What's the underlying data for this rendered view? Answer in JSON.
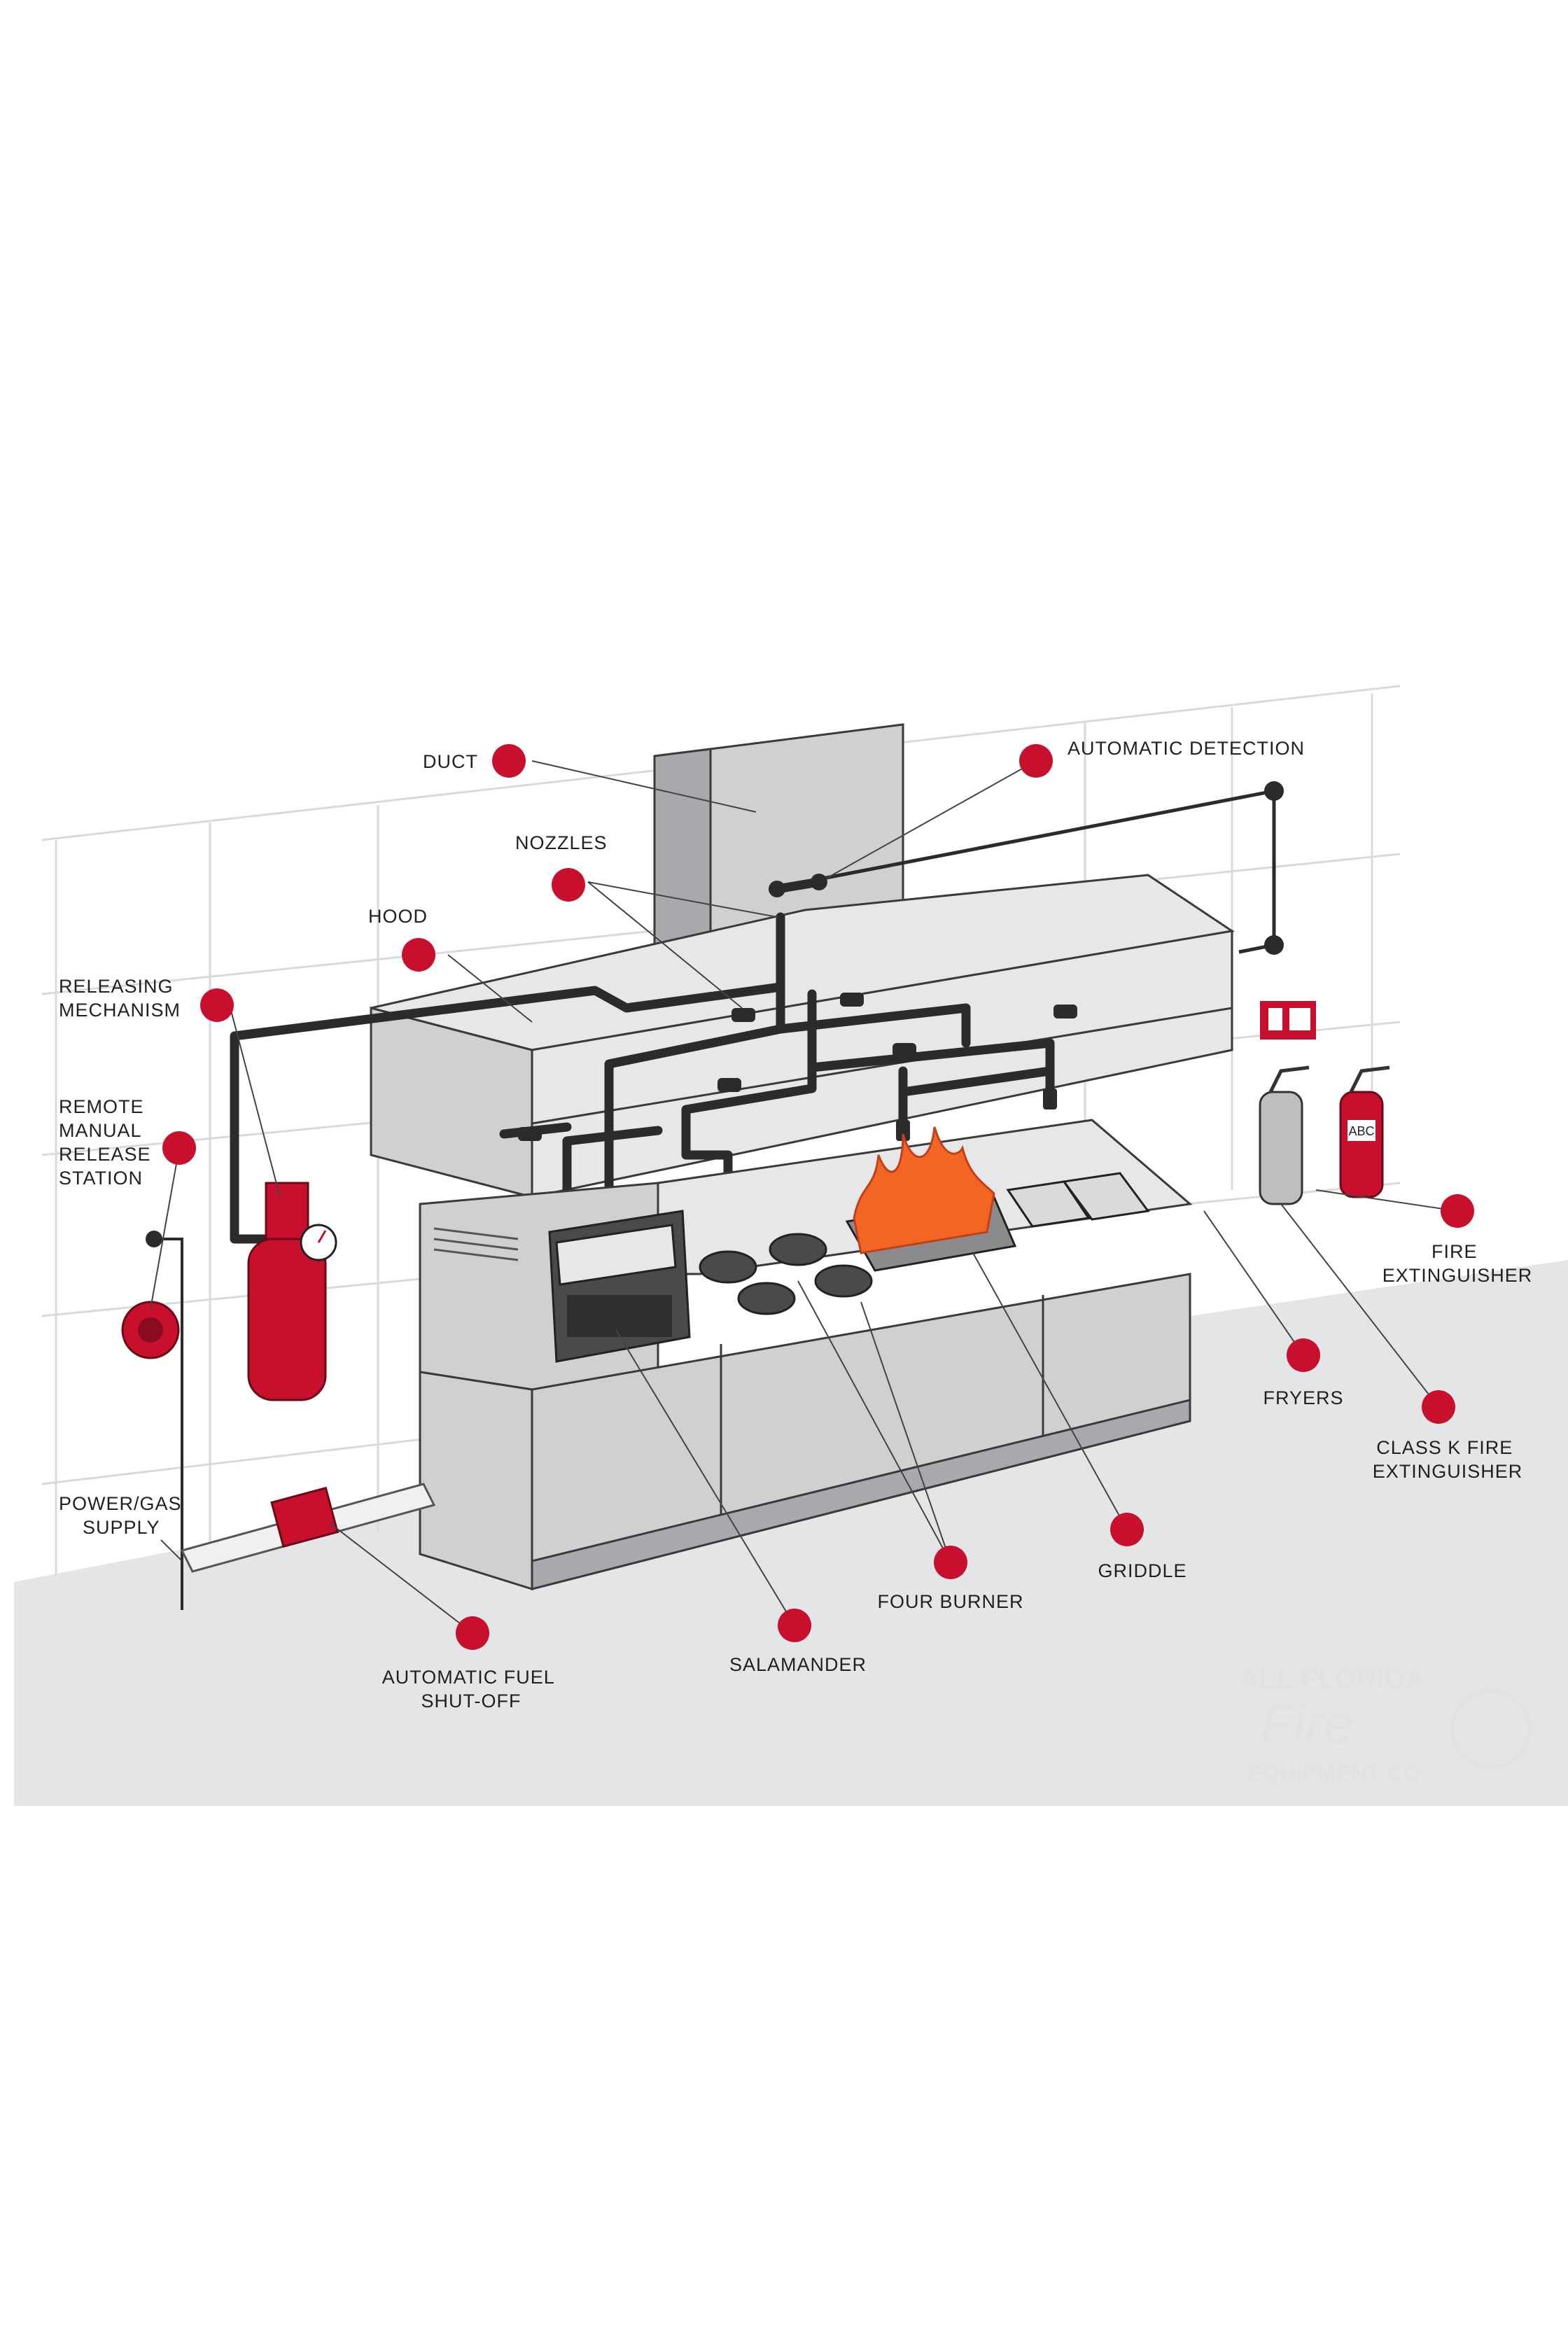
{
  "labels": {
    "duct": "DUCT",
    "automatic_detection": "AUTOMATIC DETECTION",
    "nozzles": "NOZZLES",
    "hood": "HOOD",
    "releasing_mechanism": [
      "RELEASING",
      "MECHANISM"
    ],
    "remote_manual_release_station": [
      "REMOTE",
      "MANUAL",
      "RELEASE",
      "STATION"
    ],
    "fire_extinguisher": [
      "FIRE",
      "EXTINGUISHER"
    ],
    "fryers": "FRYERS",
    "class_k_fire_extinguisher": [
      "CLASS K FIRE",
      "EXTINGUISHER"
    ],
    "power_gas_supply": [
      "POWER/GAS",
      "SUPPLY"
    ],
    "griddle": "GRIDDLE",
    "four_burner": "FOUR BURNER",
    "salamander": "SALAMANDER",
    "automatic_fuel_shut_off": [
      "AUTOMATIC FUEL",
      "SHUT-OFF"
    ]
  },
  "extinguisher_tag": "ABC",
  "logo": {
    "line1": "ALL FLORIDA",
    "line2": "Fire",
    "line3": "EQUIPMENT CO"
  },
  "colors": {
    "accent_red": "#c8102e",
    "flame": "#f26522",
    "steel": "#cfd0d2"
  }
}
